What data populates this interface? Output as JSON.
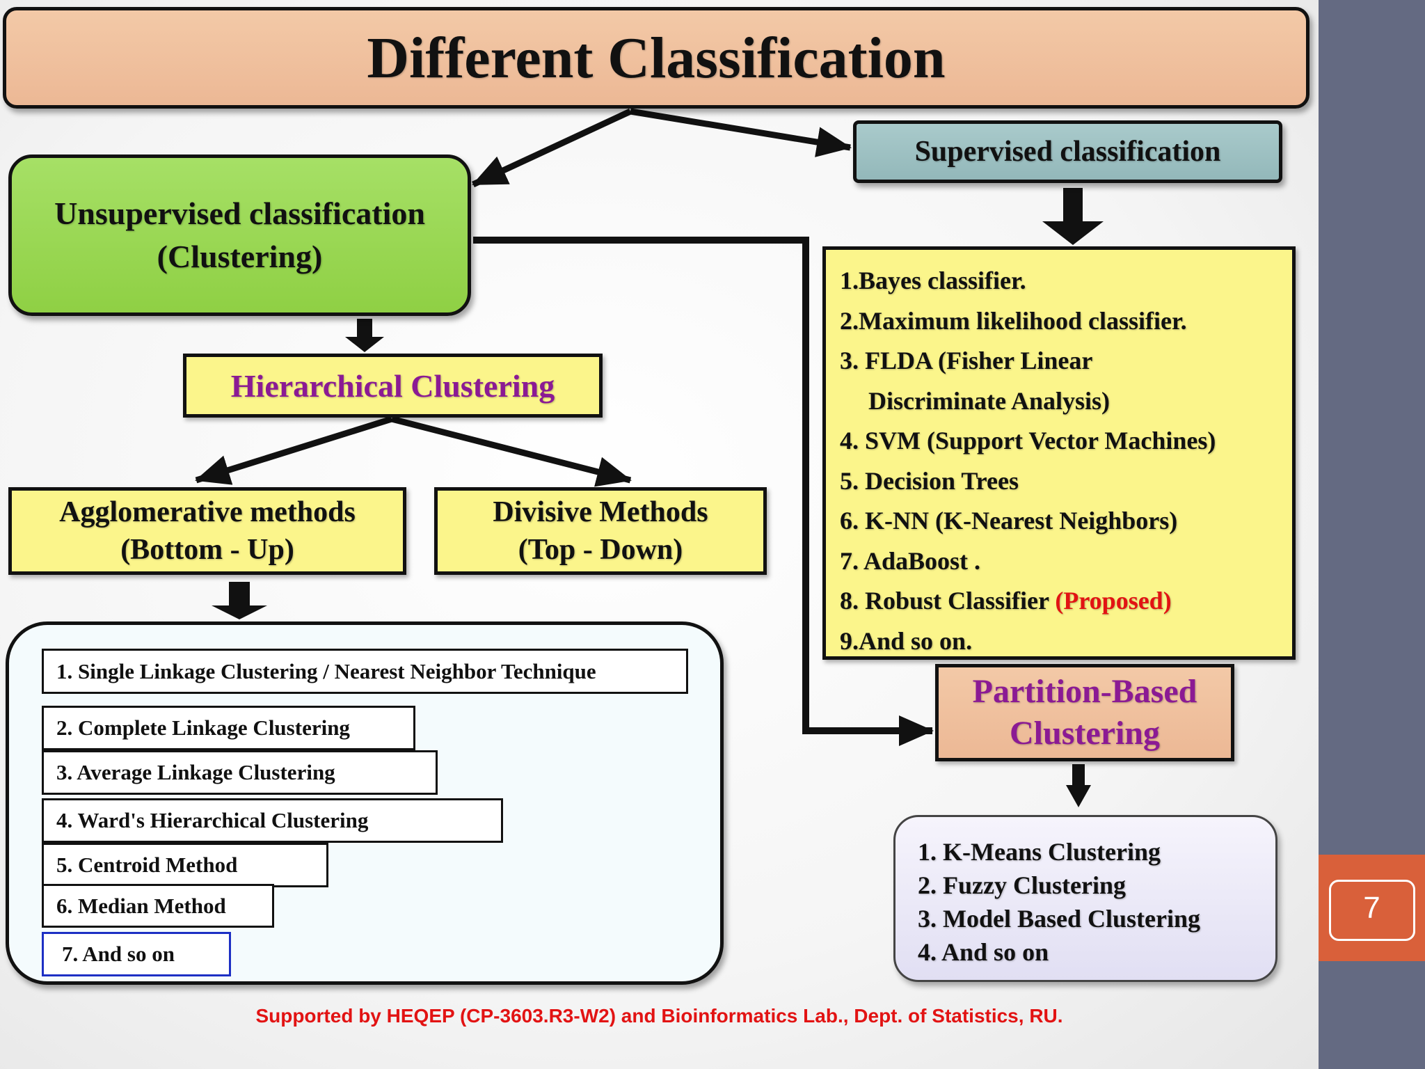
{
  "slide": {
    "title": "Different Classification",
    "page_number": "7",
    "footer": "Supported by HEQEP (CP-3603.R3-W2) and Bioinformatics Lab., Dept. of Statistics, RU."
  },
  "unsupervised": {
    "line1": "Unsupervised classification",
    "line2": "(Clustering)"
  },
  "supervised": {
    "title": "Supervised classification",
    "items": [
      "1.Bayes classifier.",
      "2.Maximum likelihood classifier.",
      "3. FLDA (Fisher Linear",
      "Discriminate Analysis)",
      "4. SVM (Support Vector Machines)",
      "5. Decision Trees",
      "6. K-NN (K-Nearest Neighbors)",
      "7. AdaBoost .",
      "8. Robust Classifier",
      "(Proposed)",
      "9.And so on."
    ]
  },
  "hierarchical": {
    "title": "Hierarchical Clustering",
    "agglomerative": {
      "line1": "Agglomerative methods",
      "line2": "(Bottom - Up)"
    },
    "divisive": {
      "line1": "Divisive Methods",
      "line2": "(Top - Down)"
    },
    "methods": [
      "1. Single Linkage Clustering / Nearest Neighbor Technique",
      "2. Complete Linkage Clustering",
      "3. Average Linkage Clustering",
      "4. Ward's  Hierarchical Clustering",
      "5. Centroid  Method",
      "6. Median Method",
      "7. And so on"
    ]
  },
  "partition": {
    "line1": "Partition-Based",
    "line2": "Clustering",
    "items": [
      "1. K-Means Clustering",
      "2. Fuzzy Clustering",
      "3. Model Based Clustering",
      "4. And so on"
    ]
  }
}
